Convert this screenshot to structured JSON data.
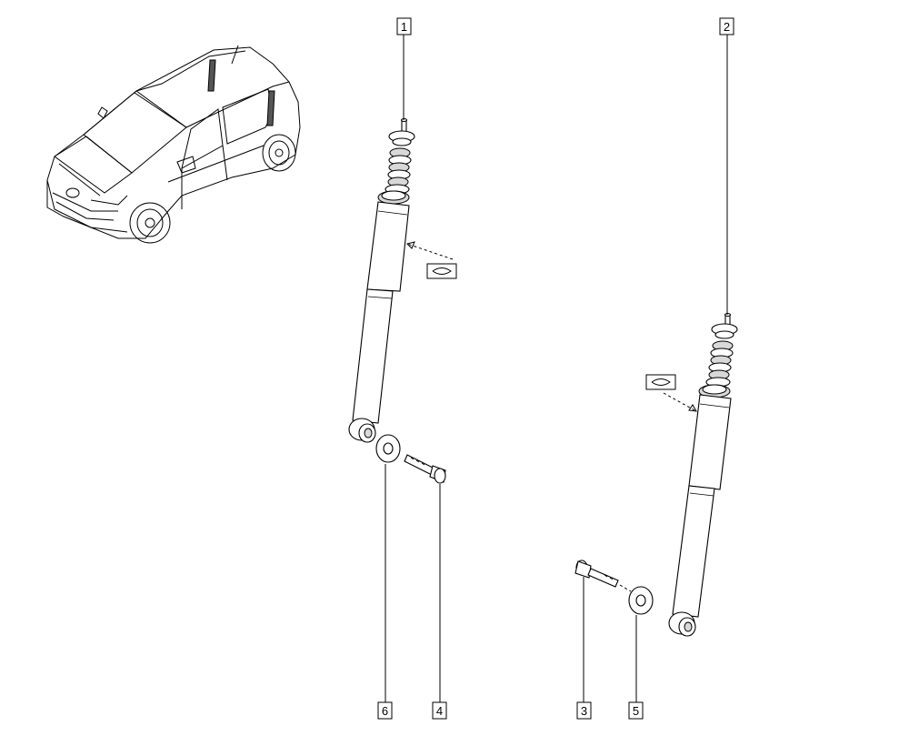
{
  "callouts": {
    "c1": "1",
    "c2": "2",
    "c3": "3",
    "c4": "4",
    "c5": "5",
    "c6": "6"
  },
  "icons": {
    "vehicle": "vehicle-icon",
    "shock_absorber": "shock-absorber-icon",
    "washer": "washer-icon",
    "bolt": "bolt-icon",
    "torque_symbol": "torque-symbol-icon"
  },
  "colors": {
    "line": "#000000",
    "background": "#ffffff"
  }
}
